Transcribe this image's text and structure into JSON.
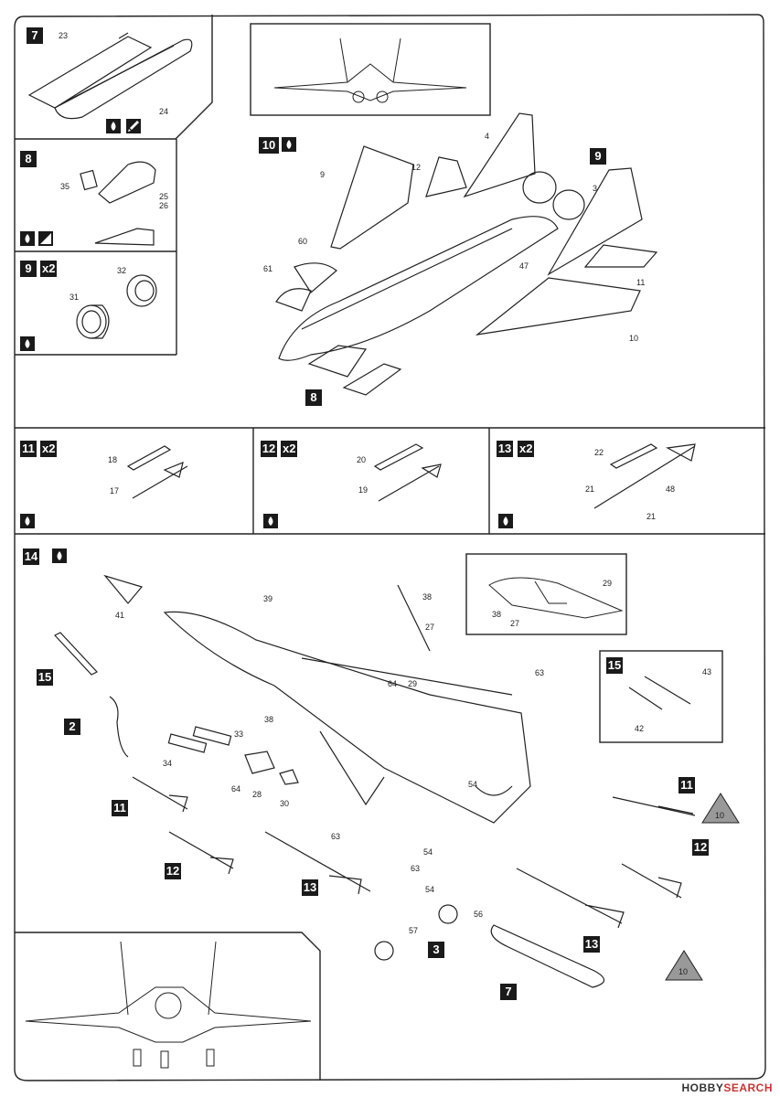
{
  "steps": {
    "s7": "7",
    "s8": "8",
    "s9": "9",
    "s10": "10",
    "s11": "11",
    "s12": "12",
    "s13": "13",
    "s14": "14",
    "s15": "15",
    "x2": "x2",
    "ref2": "2",
    "ref3": "3",
    "ref7": "7",
    "ref8": "8",
    "ref9": "9",
    "ref10a": "10",
    "ref10b": "10",
    "ref11": "11",
    "ref11b": "11",
    "ref12": "12",
    "ref12b": "12",
    "ref13": "13",
    "ref13b": "13",
    "ref15": "15"
  },
  "parts": {
    "p23": "23",
    "p24": "24",
    "p35": "35",
    "p25": "25",
    "p26": "26",
    "p32": "32",
    "p31": "31",
    "p4": "4",
    "p12": "12",
    "p9": "9",
    "p3": "3",
    "p60": "60",
    "p61": "61",
    "p47": "47",
    "p11": "11",
    "p10": "10",
    "p18": "18",
    "p17": "17",
    "p20": "20",
    "p19": "19",
    "p22": "22",
    "p21a": "21",
    "p21b": "21",
    "p48": "48",
    "p41": "41",
    "p39": "39",
    "p38a": "38",
    "p38b": "38",
    "p27a": "27",
    "p27b": "27",
    "p29a": "29",
    "p29b": "29",
    "p64a": "64",
    "p64b": "64",
    "p63a": "63",
    "p63b": "63",
    "p63c": "63",
    "p33": "33",
    "p34": "34",
    "p28": "28",
    "p30": "30",
    "p54a": "54",
    "p54b": "54",
    "p57": "57",
    "p56": "56",
    "p43": "43",
    "p42": "42"
  },
  "icons": [
    "paint-drop-icon",
    "brush-icon",
    "clear-part-icon",
    "glue-drop-icon"
  ],
  "watermark": {
    "brand": "HOBBY",
    "accent": "SEARCH"
  }
}
